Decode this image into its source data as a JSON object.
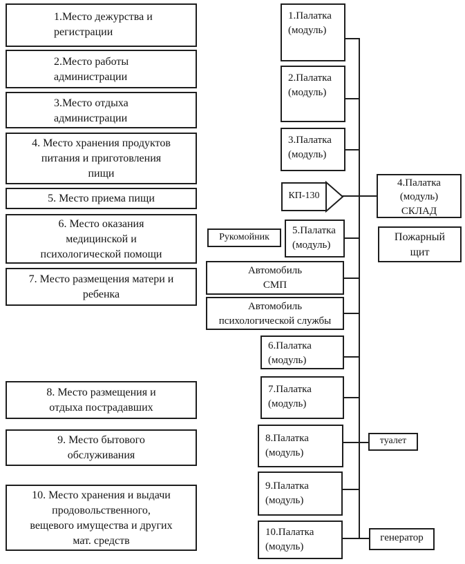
{
  "colors": {
    "ink": "#1d1d1d",
    "background": "#ffffff"
  },
  "left": [
    {
      "lines": [
        "1.Место дежурства и",
        "регистрации"
      ]
    },
    {
      "lines": [
        "2.Место работы",
        "администрации"
      ]
    },
    {
      "lines": [
        "3.Место отдыха",
        "администрации"
      ]
    },
    {
      "lines": [
        "4. Место хранения продуктов",
        "питания и приготовления",
        "пищи"
      ]
    },
    {
      "lines": [
        "5. Место приема пищи"
      ]
    },
    {
      "lines": [
        "6. Место оказания",
        "медицинской и",
        "психологической помощи"
      ]
    },
    {
      "lines": [
        "7. Место размещения матери и",
        "ребенка"
      ]
    },
    {
      "lines": [
        "8. Место размещения и",
        "отдыха пострадавших"
      ]
    },
    {
      "lines": [
        "9. Место бытового",
        "обслуживания"
      ]
    },
    {
      "lines": [
        "10. Место хранения и выдачи",
        "продовольственного,",
        "вещевого имущества и других",
        "мат. средств"
      ]
    }
  ],
  "tents": [
    {
      "lines": [
        "1.Палатка",
        "(модуль)"
      ]
    },
    {
      "lines": [
        "2.Палатка",
        "(модуль)"
      ]
    },
    {
      "lines": [
        "3.Палатка",
        "(модуль)"
      ]
    },
    {
      "lines": [
        "5.Палатка",
        "(модуль)"
      ]
    },
    {
      "lines": [
        "6.Палатка",
        "(модуль)"
      ]
    },
    {
      "lines": [
        "7.Палатка",
        "(модуль)"
      ]
    },
    {
      "lines": [
        "8.Палатка",
        "(модуль)"
      ]
    },
    {
      "lines": [
        "9.Палатка",
        "(модуль)"
      ]
    },
    {
      "lines": [
        "10.Палатка",
        "(модуль)"
      ]
    }
  ],
  "aux": {
    "kp130": {
      "label": "КП-130"
    },
    "sklad": {
      "lines": [
        "4.Палатка",
        "(модуль)",
        "СКЛАД"
      ]
    },
    "fire_shield": {
      "lines": [
        "Пожарный",
        "щит"
      ]
    },
    "washstand": {
      "label": "Рукомойник"
    },
    "ambulance_smp": {
      "lines": [
        "Автомобиль",
        "СМП"
      ]
    },
    "ambulance_psych": {
      "lines": [
        "Автомобиль",
        "психологической службы"
      ]
    },
    "toilet": {
      "label": "туалет"
    },
    "generator": {
      "label": "генератор"
    }
  }
}
